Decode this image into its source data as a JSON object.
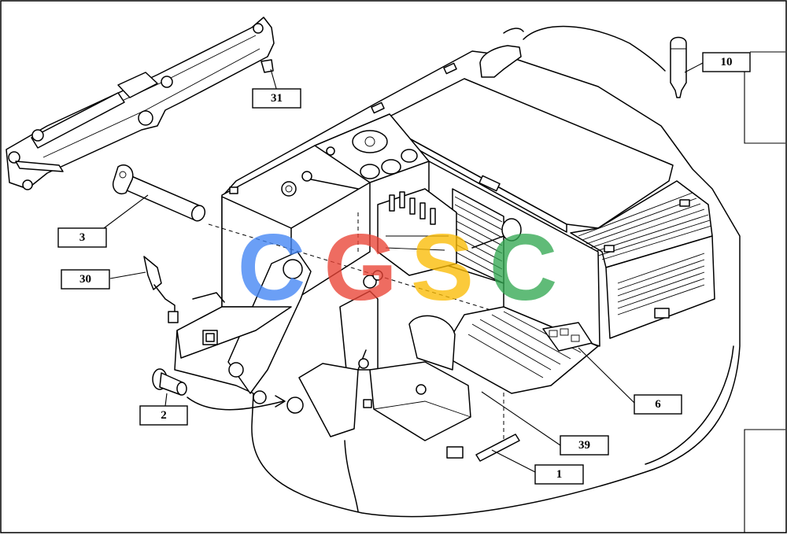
{
  "callouts": {
    "c1": {
      "label": "1"
    },
    "c2": {
      "label": "2"
    },
    "c3": {
      "label": "3"
    },
    "c6": {
      "label": "6"
    },
    "c10": {
      "label": "10"
    },
    "c30": {
      "label": "30"
    },
    "c31": {
      "label": "31"
    },
    "c39": {
      "label": "39"
    }
  },
  "watermark": {
    "letters": [
      "C",
      "G",
      "S",
      "C"
    ],
    "colors": [
      "#4285F4",
      "#EA4335",
      "#FBBC05",
      "#34A853"
    ]
  },
  "line_color": "#000000",
  "background": "#ffffff"
}
